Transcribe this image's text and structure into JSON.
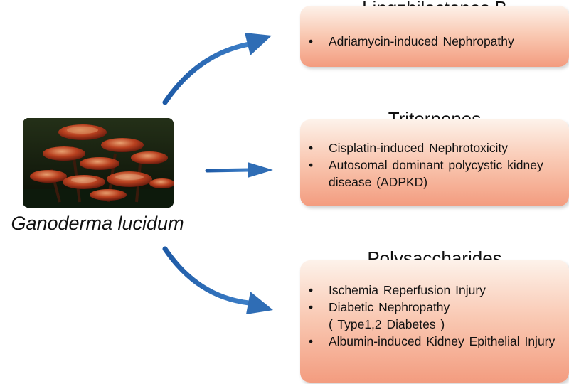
{
  "source": {
    "species_name": "Ganoderma lucidum",
    "photo_icon": "reishi-mushroom-photo"
  },
  "compounds": [
    {
      "name": "Lingzhilactones B",
      "effects": [
        {
          "text": "Adriamycin-induced Nephropathy"
        }
      ]
    },
    {
      "name": "Triterpenes",
      "effects": [
        {
          "text": "Cisplatin-induced Nephrotoxicity"
        },
        {
          "text": "Autosomal dominant polycystic kidney disease (ADPKD)"
        }
      ]
    },
    {
      "name": "Polysaccharides",
      "effects": [
        {
          "text": "Ischemia Reperfusion Injury"
        },
        {
          "text": "Diabetic Nephropathy",
          "sub": "( Type1,2 Diabetes )"
        },
        {
          "text": "Albumin-induced Kidney Epithelial Injury"
        }
      ]
    }
  ],
  "bullet_char": "•",
  "colors": {
    "arrow": "#2f6db5",
    "box_top": "#fdf2ea",
    "box_bottom": "#f39c7f"
  }
}
